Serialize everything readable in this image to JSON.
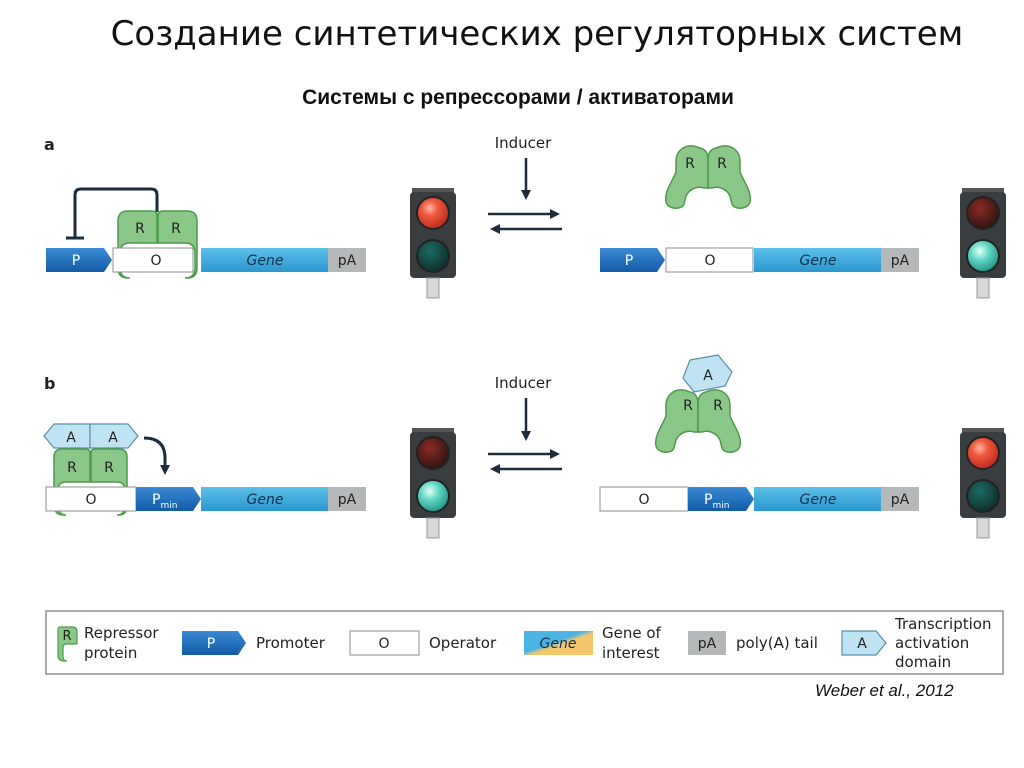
{
  "title": "Создание синтетических регуляторных систем",
  "subtitle": "Системы с репрессорами / активаторами",
  "citation": "Weber et al., 2012",
  "colors": {
    "promoter_blue": "#1c6fc0",
    "gene_cyan": "#35a9dc",
    "repressor_green": "#8cc78a",
    "repressor_stroke": "#4d9a4b",
    "activator_light": "#bfe3f3",
    "pa_gray": "#b5b8b9",
    "light_red": "#e8503b",
    "light_teal": "#5fd6c3"
  },
  "panel_a": {
    "label": "a",
    "inducer": "Inducer",
    "left": {
      "promoter": "P",
      "operator": "O",
      "gene": "Gene",
      "tail": "pA",
      "repressor": [
        "R",
        "R"
      ],
      "light": "red"
    },
    "right": {
      "promoter": "P",
      "operator": "O",
      "gene": "Gene",
      "tail": "pA",
      "repressor": [
        "R",
        "R"
      ],
      "light": "green"
    }
  },
  "panel_b": {
    "label": "b",
    "inducer": "Inducer",
    "left": {
      "operator": "O",
      "promoter": "P",
      "promoter_sub": "min",
      "gene": "Gene",
      "tail": "pA",
      "repressor": [
        "R",
        "R"
      ],
      "activator": [
        "A",
        "A"
      ],
      "light": "green"
    },
    "right": {
      "operator": "O",
      "promoter": "P",
      "promoter_sub": "min",
      "gene": "Gene",
      "tail": "pA",
      "repressor": [
        "R",
        "R"
      ],
      "activator": [
        "A"
      ],
      "light": "red"
    }
  },
  "legend": {
    "repressor_glyph": "R",
    "repressor_line1": "Repressor",
    "repressor_line2": "protein",
    "promoter_glyph": "P",
    "promoter_label": "Promoter",
    "operator_glyph": "O",
    "operator_label": "Operator",
    "gene_glyph": "Gene",
    "gene_line1": "Gene of",
    "gene_line2": "interest",
    "tail_glyph": "pA",
    "tail_label": "poly(A) tail",
    "activation_glyph": "A",
    "activation_line1": "Transcription",
    "activation_line2": "activation",
    "activation_line3": "domain"
  }
}
